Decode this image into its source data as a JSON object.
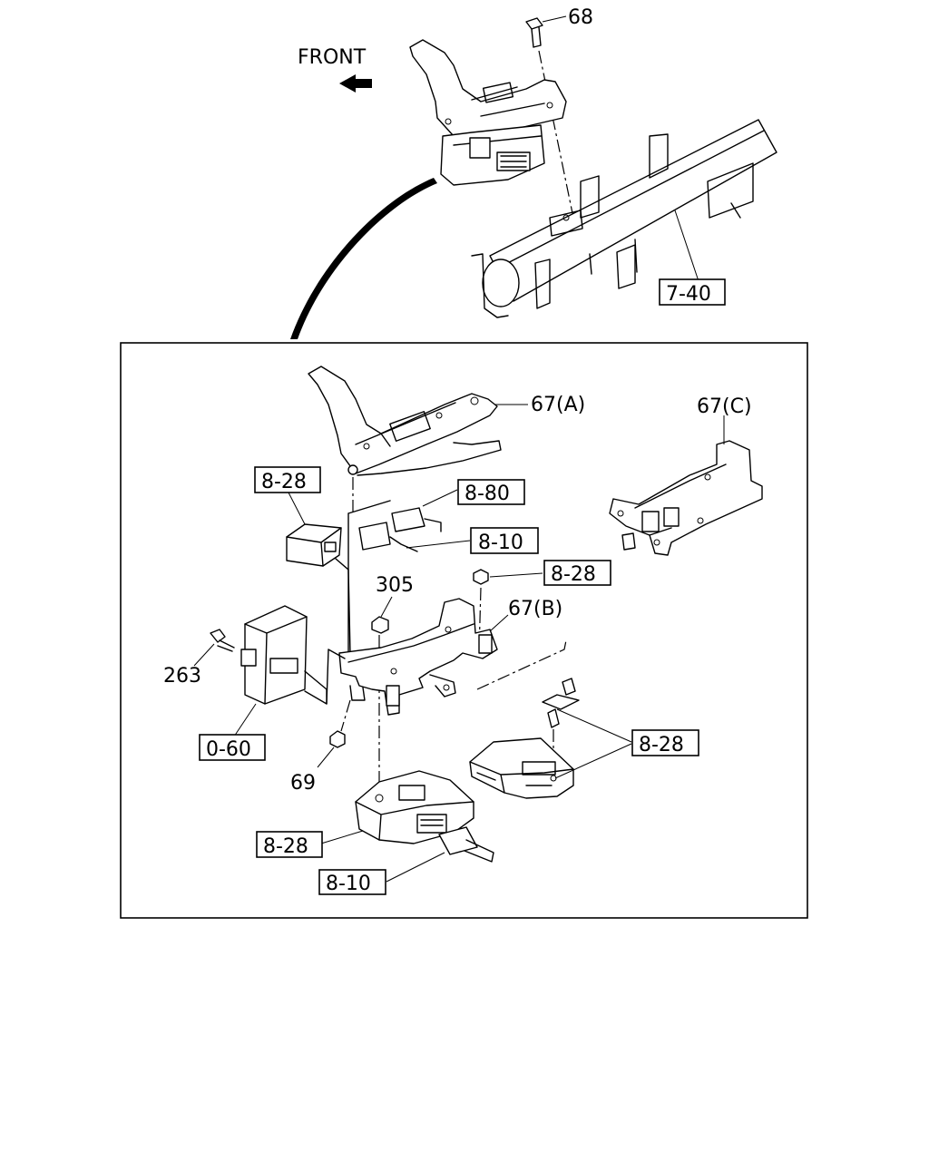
{
  "labels": {
    "front": "FRONT",
    "p68": "68",
    "p7_40": "7-40",
    "p67a": "67(A)",
    "p67c": "67(C)",
    "p67b": "67(B)",
    "p8_28_a": "8-28",
    "p8_80": "8-80",
    "p8_10_a": "8-10",
    "p8_28_b": "8-28",
    "p305": "305",
    "p263": "263",
    "p0_60": "0-60",
    "p69": "69",
    "p8_28_c": "8-28",
    "p8_28_d": "8-28",
    "p8_10_b": "8-10"
  }
}
